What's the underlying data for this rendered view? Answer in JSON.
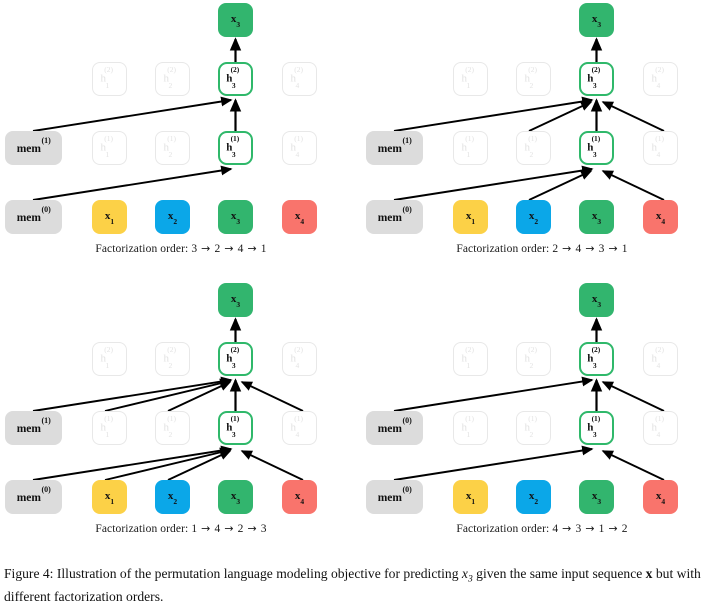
{
  "figure": {
    "caption_prefix": "Figure 4:",
    "caption_part1": " Illustration of the permutation language modeling objective for predicting ",
    "caption_math_x": "x",
    "caption_math_sub": "3",
    "caption_part2": " given the same input sequence ",
    "caption_bold_x": "x",
    "caption_part3": " but with different factorization orders."
  },
  "labels": {
    "mem0": "mem",
    "mem0_sup": "(0)",
    "mem1": "mem",
    "mem1_sup": "(1)",
    "h": "h",
    "x": "x",
    "sup_layer1": "(1)",
    "sup_layer2": "(2)",
    "order_prefix": "Factorization order:",
    "arrow_glyph": "→"
  },
  "colors": {
    "token_x1": "#fcd147",
    "token_x2": "#0ba7e8",
    "token_x3": "#32b56e",
    "token_x4": "#f9746c",
    "mem_bg": "#dcdcdc",
    "active_border": "#2fb86a",
    "faded_border": "#e8e8e8",
    "faded_text": "#e2e2e2",
    "edge": "#000000",
    "background": "#ffffff"
  },
  "panels": [
    {
      "id": "top-left",
      "order": [
        "3",
        "2",
        "4",
        "1"
      ],
      "order_text": "Factorization order: 3 → 2 → 4 → 1",
      "mem_row_upper": "mem(1)",
      "mem_row_lower": "mem(0)",
      "tokens": [
        {
          "name": "x1",
          "label": "x",
          "sub": "1",
          "color": "#fcd147"
        },
        {
          "name": "x2",
          "label": "x",
          "sub": "2",
          "color": "#0ba7e8"
        },
        {
          "name": "x3",
          "label": "x",
          "sub": "3",
          "color": "#32b56e"
        },
        {
          "name": "x4",
          "label": "x",
          "sub": "4",
          "color": "#f9746c"
        }
      ],
      "output": {
        "label": "x",
        "sub": "3",
        "color": "#32b56e"
      },
      "active_hidden": [
        "h3(1)",
        "h3(2)"
      ],
      "edges_to_h1": [
        "mem(0)"
      ],
      "edges_to_h2": [
        "mem(1)",
        "h3(1)"
      ]
    },
    {
      "id": "top-right",
      "order": [
        "2",
        "4",
        "3",
        "1"
      ],
      "order_text": "Factorization order: 2 → 4 → 3 → 1",
      "mem_row_upper": "mem(1)",
      "mem_row_lower": "mem(0)",
      "tokens": [
        {
          "name": "x1",
          "label": "x",
          "sub": "1",
          "color": "#fcd147"
        },
        {
          "name": "x2",
          "label": "x",
          "sub": "2",
          "color": "#0ba7e8"
        },
        {
          "name": "x3",
          "label": "x",
          "sub": "3",
          "color": "#32b56e"
        },
        {
          "name": "x4",
          "label": "x",
          "sub": "4",
          "color": "#f9746c"
        }
      ],
      "output": {
        "label": "x",
        "sub": "3",
        "color": "#32b56e"
      },
      "active_hidden": [
        "h3(1)",
        "h3(2)"
      ],
      "edges_to_h1": [
        "mem(0)",
        "x2",
        "x4"
      ],
      "edges_to_h2": [
        "mem(1)",
        "h2(1)",
        "h3(1)",
        "h4(1)"
      ]
    },
    {
      "id": "bottom-left",
      "order": [
        "1",
        "4",
        "2",
        "3"
      ],
      "order_text": "Factorization order: 1 → 4 → 2 → 3",
      "mem_row_upper": "mem(1)",
      "mem_row_lower": "mem(0)",
      "tokens": [
        {
          "name": "x1",
          "label": "x",
          "sub": "1",
          "color": "#fcd147"
        },
        {
          "name": "x2",
          "label": "x",
          "sub": "2",
          "color": "#0ba7e8"
        },
        {
          "name": "x3",
          "label": "x",
          "sub": "3",
          "color": "#32b56e"
        },
        {
          "name": "x4",
          "label": "x",
          "sub": "4",
          "color": "#f9746c"
        }
      ],
      "output": {
        "label": "x",
        "sub": "3",
        "color": "#32b56e"
      },
      "active_hidden": [
        "h3(1)",
        "h3(2)"
      ],
      "edges_to_h1": [
        "mem(0)",
        "x1",
        "x2",
        "x4"
      ],
      "edges_to_h2": [
        "mem(1)",
        "h1(1)",
        "h2(1)",
        "h3(1)",
        "h4(1)"
      ]
    },
    {
      "id": "bottom-right",
      "order": [
        "4",
        "3",
        "1",
        "2"
      ],
      "order_text": "Factorization order: 4 → 3 → 1 → 2",
      "mem_row_upper": "mem(0)",
      "mem_row_lower": "mem(0)",
      "tokens": [
        {
          "name": "x1",
          "label": "x",
          "sub": "1",
          "color": "#fcd147"
        },
        {
          "name": "x2",
          "label": "x",
          "sub": "2",
          "color": "#0ba7e8"
        },
        {
          "name": "x3",
          "label": "x",
          "sub": "3",
          "color": "#32b56e"
        },
        {
          "name": "x4",
          "label": "x",
          "sub": "4",
          "color": "#f9746c"
        }
      ],
      "output": {
        "label": "x",
        "sub": "3",
        "color": "#32b56e"
      },
      "active_hidden": [
        "h3(1)",
        "h3(2)"
      ],
      "edges_to_h1": [
        "mem(0)",
        "x4"
      ],
      "edges_to_h2": [
        "mem(0)",
        "h3(1)",
        "h4(1)"
      ]
    }
  ]
}
